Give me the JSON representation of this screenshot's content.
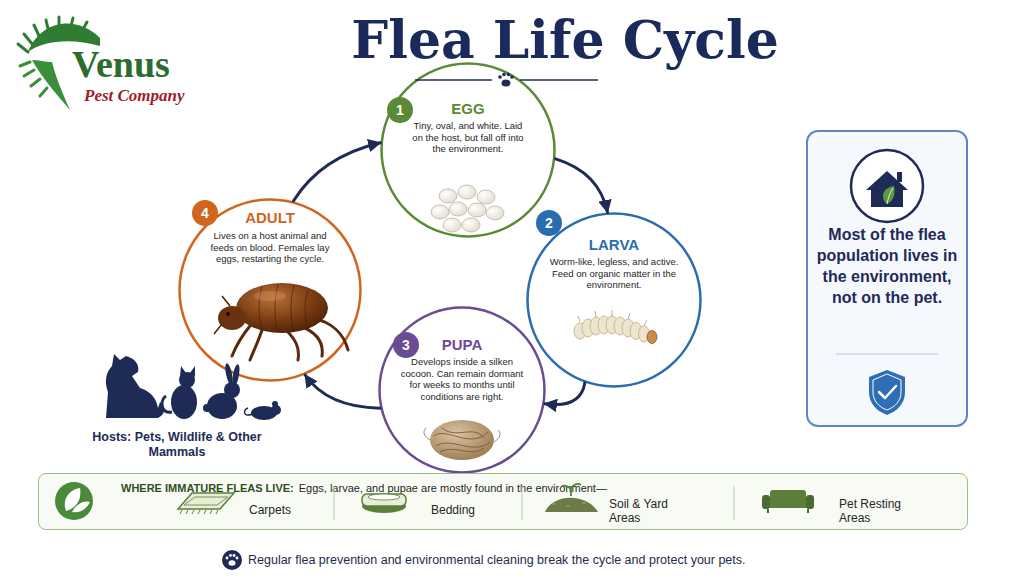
{
  "diagram": {
    "title": "Flea Life Cycle",
    "nodes": [
      {
        "text": [
          "1",
          "EGG",
          "Tiny, oval, and white. Laid on the host, but fall off into the environment."
        ]
      },
      {
        "text": [
          "2",
          "LARVA",
          "Worm-like, legless, and active. Feed on organic matter in the environment."
        ]
      },
      {
        "text": [
          "3",
          "PUPA",
          "Develops inside a silken cocoon. Can remain dormant for weeks to months until conditions are right."
        ]
      },
      {
        "text": [
          "4",
          "ADULT",
          "Lives on a host animal and feeds on blood. Females lay eggs, restarting the cycle."
        ]
      },
      {
        "text": [
          "Most of the flea population lives in the environment, not on the pet."
        ]
      },
      {
        "text": [
          "WHERE IMMATURE FLEAS LIVE:",
          "Eggs, larvae, and pupae are mostly found in the environment—",
          "Carpets",
          "Bedding",
          "Soil & Yard Areas",
          "Pet Resting Areas"
        ]
      }
    ],
    "edges": [
      {
        "from": 0,
        "to": 1,
        "arrow": "to"
      },
      {
        "from": 1,
        "to": 2,
        "arrow": "to"
      },
      {
        "from": 2,
        "to": 3,
        "arrow": "to"
      },
      {
        "from": 3,
        "to": 0,
        "arrow": "to"
      }
    ],
    "labels": [
      "Venus",
      "Pest Company",
      "Hosts: Pets, Wildlife & Other Mammals",
      "Regular flea prevention and environmental cleaning break the cycle and protect your pets."
    ]
  }
}
